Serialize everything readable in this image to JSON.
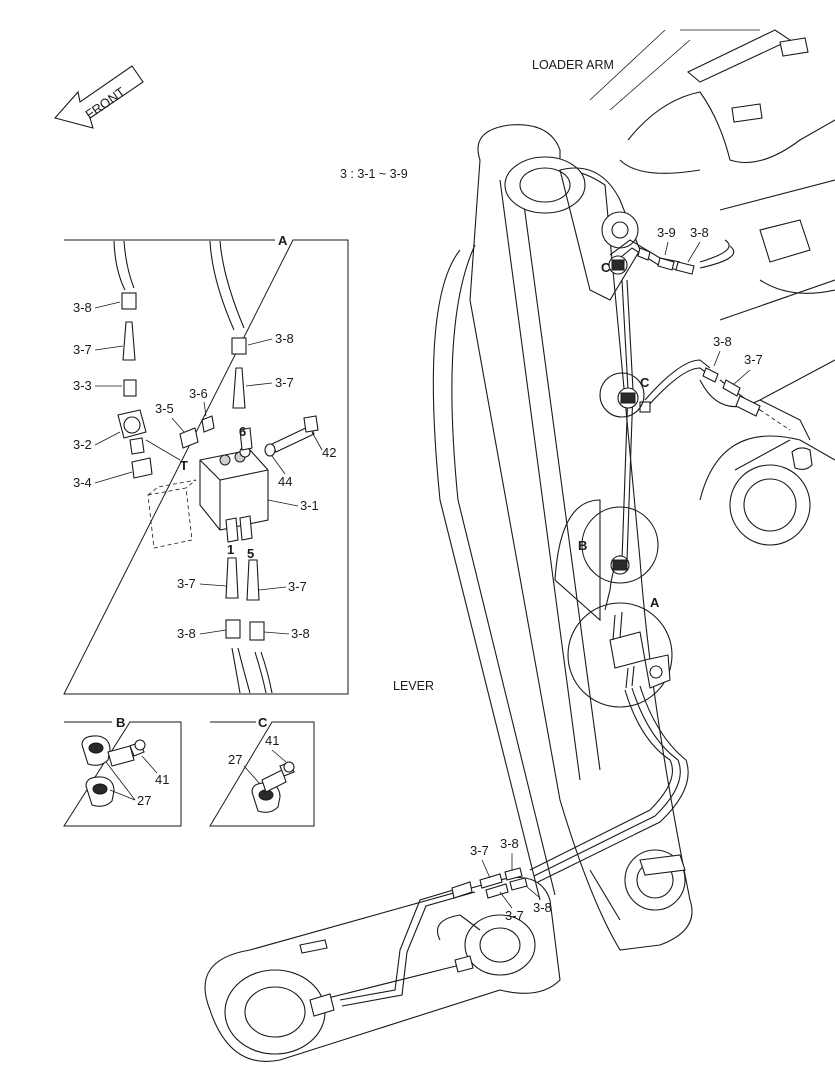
{
  "front_label": "FRONT",
  "title_loader_arm": "LOADER ARM",
  "title_lever": "LEVER",
  "assembly_note": "3 : 3-1 ~ 3-9",
  "detail_a": {
    "title": "A",
    "labels": {
      "p38a": "3-8",
      "p37a": "3-7",
      "p33": "3-3",
      "p32": "3-2",
      "p34": "3-4",
      "p35": "3-5",
      "p36": "3-6",
      "p38b": "3-8",
      "p37b": "3-7",
      "p42": "42",
      "p44": "44",
      "p31": "3-1",
      "p37c": "3-7",
      "p37d": "3-7",
      "p38c": "3-8",
      "p38d": "3-8"
    },
    "ports": {
      "t": "T",
      "six": "6",
      "one": "1",
      "five": "5"
    }
  },
  "detail_b": {
    "title": "B",
    "p41": "41",
    "p27": "27"
  },
  "detail_c": {
    "title": "C",
    "p41": "41",
    "p27": "27"
  },
  "main": {
    "c_top": "C",
    "c_mid": "C",
    "b_mid": "B",
    "a_mid": "A",
    "p39": "3-9",
    "p38_top": "3-8",
    "p38_right": "3-8",
    "p37_right": "3-7",
    "p37_bl": "3-7",
    "p38_bl": "3-8",
    "p37_br": "3-7",
    "p38_br": "3-8"
  }
}
